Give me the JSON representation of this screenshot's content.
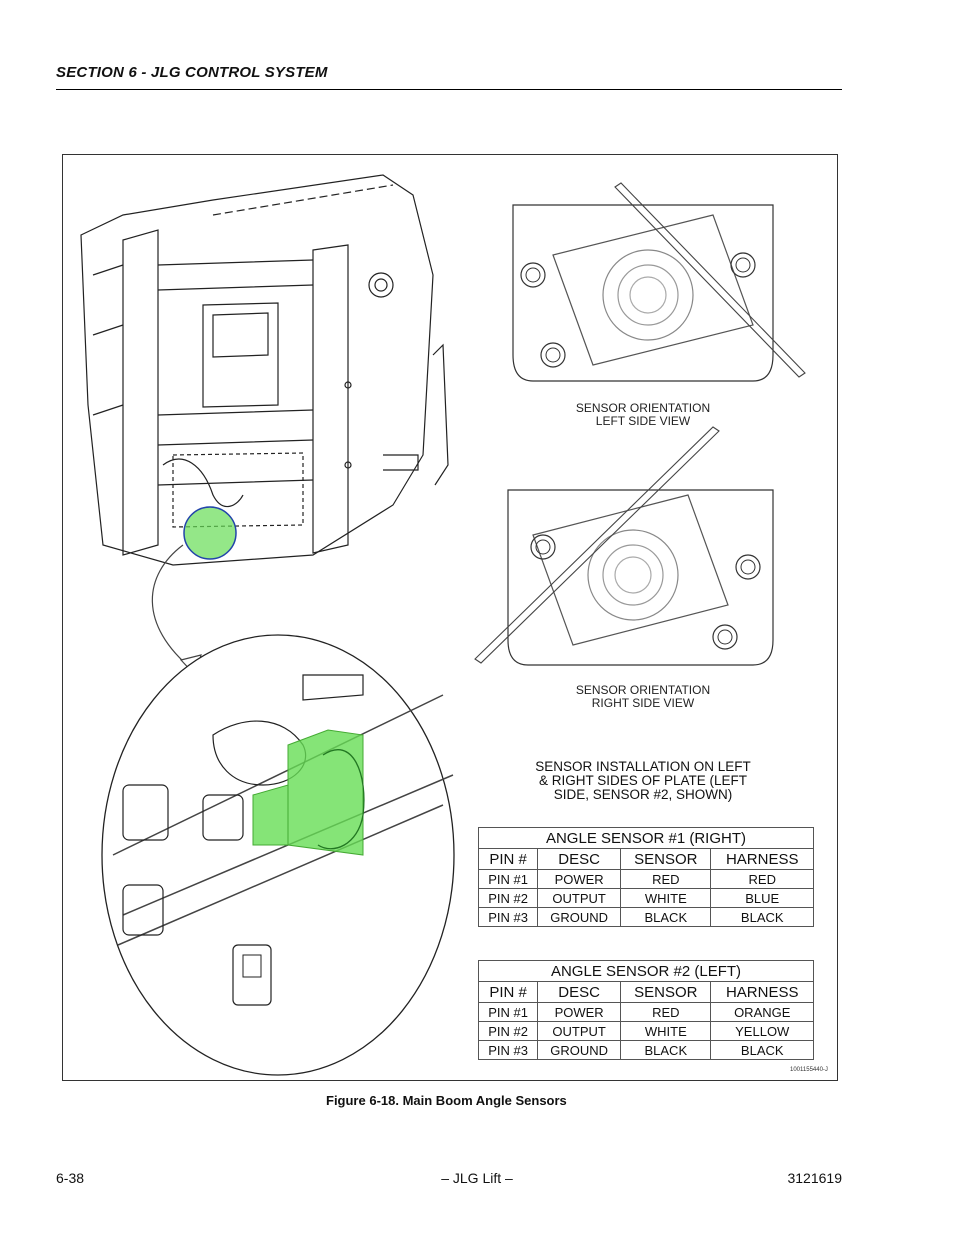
{
  "header": {
    "section_title": "SECTION 6 - JLG CONTROL SYSTEM"
  },
  "figure": {
    "caption": "Figure 6-18.  Main Boom Angle Sensors",
    "drawing_id": "1001155440-J",
    "left_view_label": [
      "SENSOR ORIENTATION",
      "LEFT SIDE VIEW"
    ],
    "right_view_label": [
      "SENSOR ORIENTATION",
      "RIGHT SIDE VIEW"
    ],
    "install_note": [
      "SENSOR INSTALLATION ON LEFT",
      "& RIGHT SIDES OF PLATE (LEFT",
      "SIDE, SENSOR #2, SHOWN)"
    ],
    "highlight_color": "#66dd55"
  },
  "tables": [
    {
      "title": "ANGLE SENSOR #1 (RIGHT)",
      "columns": [
        "PIN #",
        "DESC",
        "SENSOR",
        "HARNESS"
      ],
      "rows": [
        [
          "PIN #1",
          "POWER",
          "RED",
          "RED"
        ],
        [
          "PIN #2",
          "OUTPUT",
          "WHITE",
          "BLUE"
        ],
        [
          "PIN #3",
          "GROUND",
          "BLACK",
          "BLACK"
        ]
      ]
    },
    {
      "title": "ANGLE SENSOR #2 (LEFT)",
      "columns": [
        "PIN #",
        "DESC",
        "SENSOR",
        "HARNESS"
      ],
      "rows": [
        [
          "PIN #1",
          "POWER",
          "RED",
          "ORANGE"
        ],
        [
          "PIN #2",
          "OUTPUT",
          "WHITE",
          "YELLOW"
        ],
        [
          "PIN #3",
          "GROUND",
          "BLACK",
          "BLACK"
        ]
      ]
    }
  ],
  "footer": {
    "page_number": "6-38",
    "center_text": "– JLG Lift –",
    "doc_number": "3121619"
  }
}
